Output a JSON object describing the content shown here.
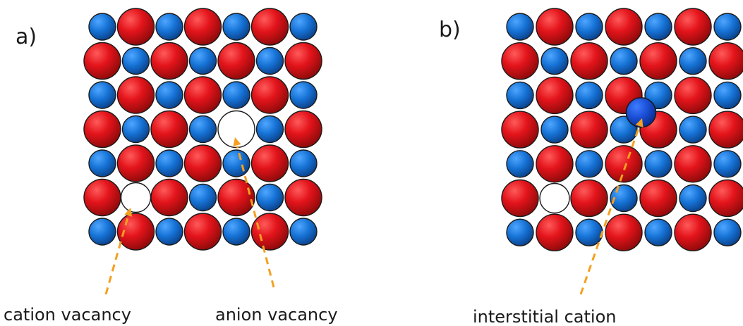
{
  "panels": [
    {
      "label": "a)",
      "rows": [
        "bAbAbAb",
        "AbAbAbA",
        "bAbAbAb",
        "AbAbVbA",
        "bAbAbAb",
        "AvAbAbA",
        "bAbAbAb"
      ],
      "callouts": [
        {
          "text": "cation vacancy",
          "target": "cation-vacancy"
        },
        {
          "text": "anion vacancy",
          "target": "anion-vacancy"
        }
      ]
    },
    {
      "label": "b)",
      "rows": [
        "bAbAbAb",
        "AbAbAbA",
        "bAbAbAb",
        "AbAbAbA",
        "bAbAbAb",
        "AvAbAbA",
        "bAbAbAb"
      ],
      "interstitial": {
        "between_rows": [
          2,
          3
        ],
        "between_cols": [
          3,
          4
        ]
      },
      "callouts": [
        {
          "text": "interstitial cation",
          "target": "interstitial-cation"
        }
      ]
    }
  ],
  "legend_codes": {
    "A": "red sphere",
    "b": "blue sphere",
    "V": "large empty site",
    "v": "small empty site"
  },
  "colors": {
    "anion": "#e3141b",
    "cation": "#1673d6",
    "interstitial": "#1a4fd6",
    "arrow": "#f4a020",
    "outline": "#1a1a1a",
    "text": "#1a1a1a"
  }
}
